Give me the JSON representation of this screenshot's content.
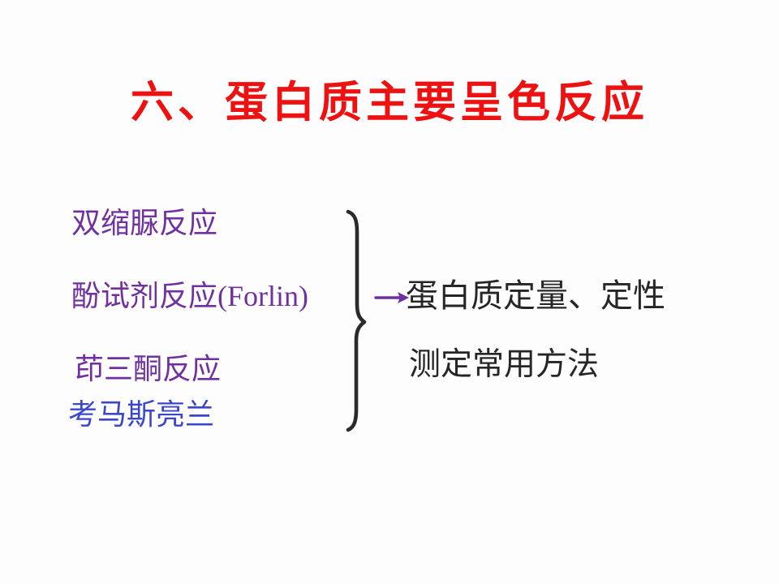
{
  "slide": {
    "background": "#fdfdfd",
    "title": {
      "text": "六、蛋白质主要呈色反应",
      "color": "#ee1111"
    },
    "reactions": [
      {
        "label": "双缩脲反应",
        "color": "#7030a0"
      },
      {
        "label": "酚试剂反应(Forlin)",
        "color": "#7030a0"
      },
      {
        "label": "茚三酮反应",
        "color": "#7030a0"
      },
      {
        "label": "考马斯亮兰",
        "color": "#3a46cc"
      }
    ],
    "grouping": {
      "brace_color": "#2b2b2b",
      "arrow_color": "#7030a0"
    },
    "annotation": {
      "line1": "蛋白质定量、定性",
      "line2": "测定常用方法",
      "color": "#262626"
    }
  }
}
